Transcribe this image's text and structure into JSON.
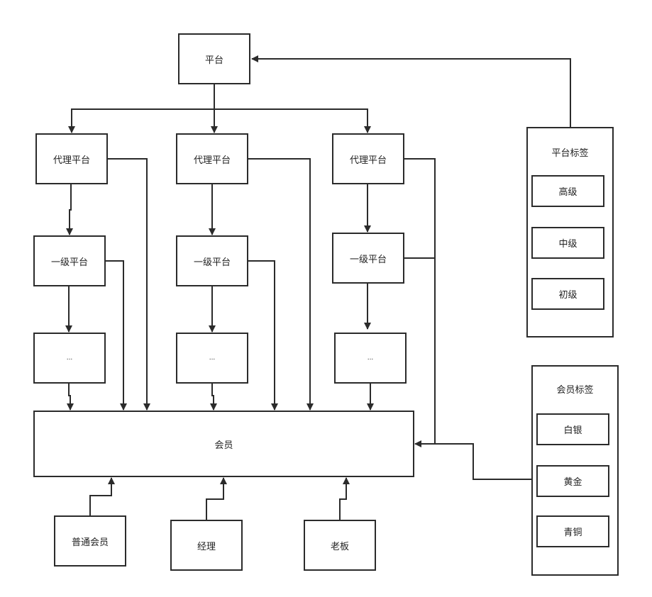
{
  "platform": "平台",
  "agent_label": "代理平台",
  "level1_label": "一级平台",
  "ellipsis": "...",
  "member": "会员",
  "member_types": [
    "普通会员",
    "经理",
    "老板"
  ],
  "platform_tags": {
    "title": "平台标签",
    "items": [
      "高级",
      "中级",
      "初级"
    ]
  },
  "member_tags": {
    "title": "会员标签",
    "items": [
      "白银",
      "黄金",
      "青铜"
    ]
  },
  "colors": {
    "line": "#2b2b2b",
    "background": "#ffffff"
  }
}
